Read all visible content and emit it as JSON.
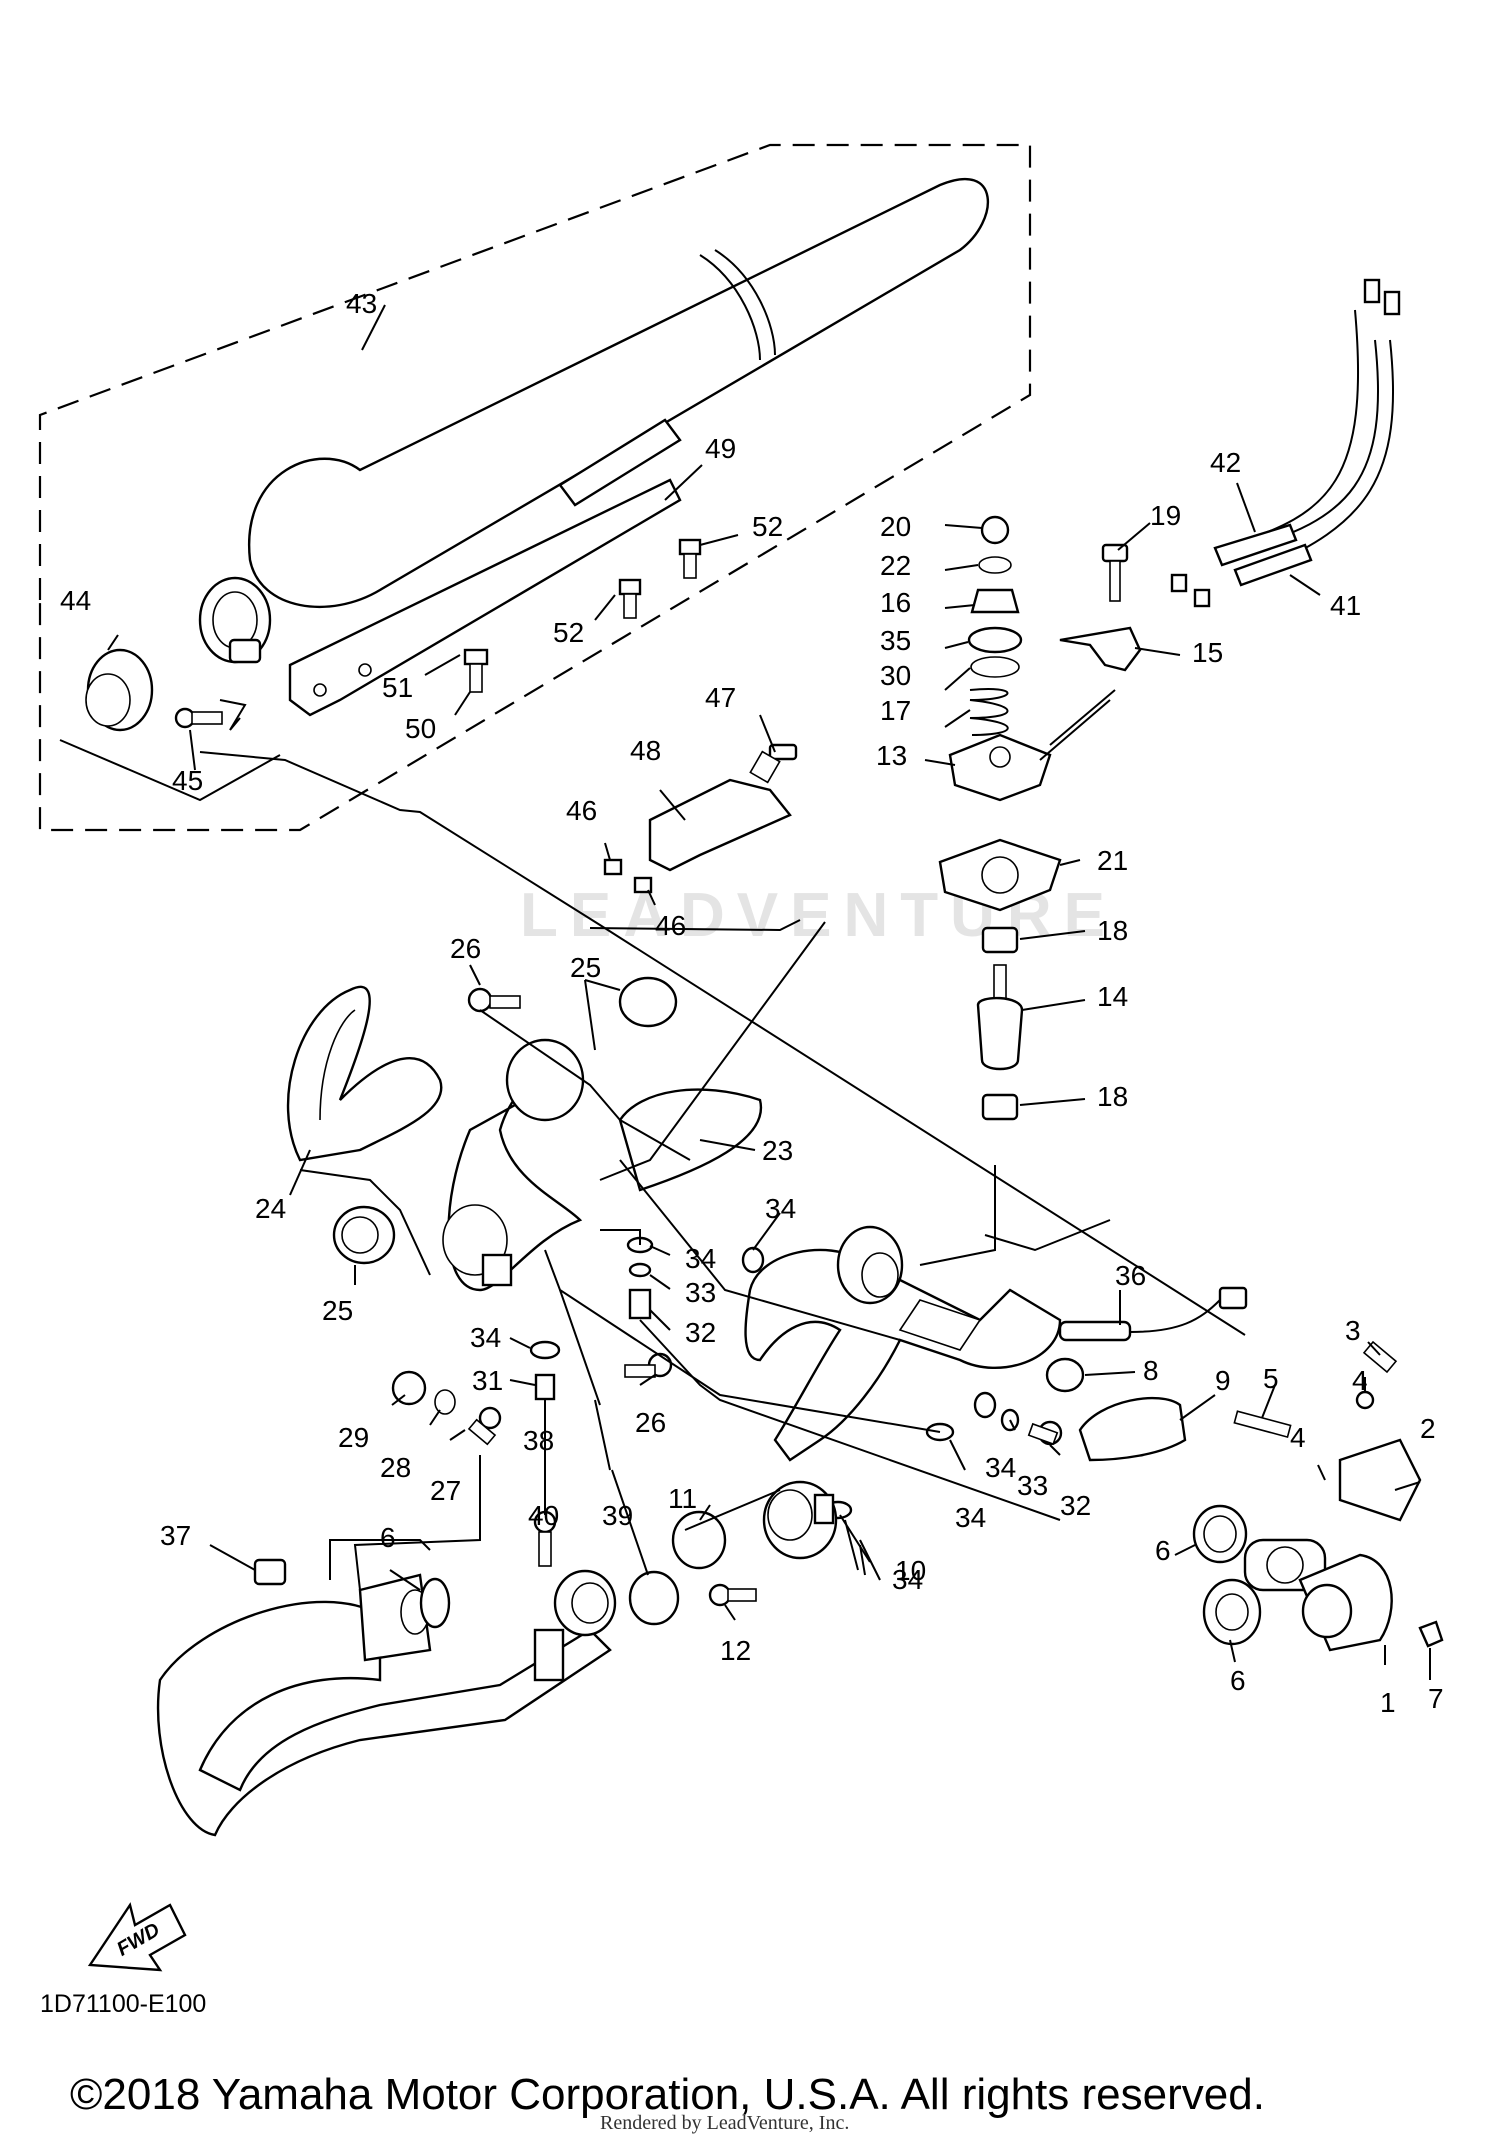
{
  "diagram_code": "1D71100-E100",
  "copyright": "©2018 Yamaha Motor Corporation, U.S.A. All rights reserved.",
  "rendered_by": "Rendered by LeadVenture, Inc.",
  "watermark": "LEADVENTURE",
  "fwd_label": "FWD",
  "callouts": {
    "c1": "1",
    "c2": "2",
    "c3": "3",
    "c4a": "4",
    "c4b": "4",
    "c5": "5",
    "c6a": "6",
    "c6b": "6",
    "c6c": "6",
    "c7": "7",
    "c8": "8",
    "c9": "9",
    "c10": "10",
    "c11": "11",
    "c12": "12",
    "c13": "13",
    "c14": "14",
    "c15": "15",
    "c16": "16",
    "c17": "17",
    "c18a": "18",
    "c18b": "18",
    "c19": "19",
    "c20": "20",
    "c21": "21",
    "c22": "22",
    "c23": "23",
    "c24": "24",
    "c25a": "25",
    "c25b": "25",
    "c26a": "26",
    "c26b": "26",
    "c27": "27",
    "c28": "28",
    "c29": "29",
    "c30": "30",
    "c31": "31",
    "c32a": "32",
    "c32b": "32",
    "c33a": "33",
    "c33b": "33",
    "c34a": "34",
    "c34b": "34",
    "c34c": "34",
    "c34d": "34",
    "c34e": "34",
    "c34f": "34",
    "c35": "35",
    "c36": "36",
    "c37": "37",
    "c38": "38",
    "c39": "39",
    "c40": "40",
    "c41": "41",
    "c42": "42",
    "c43": "43",
    "c44": "44",
    "c45": "45",
    "c46a": "46",
    "c46b": "46",
    "c47": "47",
    "c48": "48",
    "c49": "49",
    "c50": "50",
    "c51": "51",
    "c52a": "52",
    "c52b": "52"
  }
}
